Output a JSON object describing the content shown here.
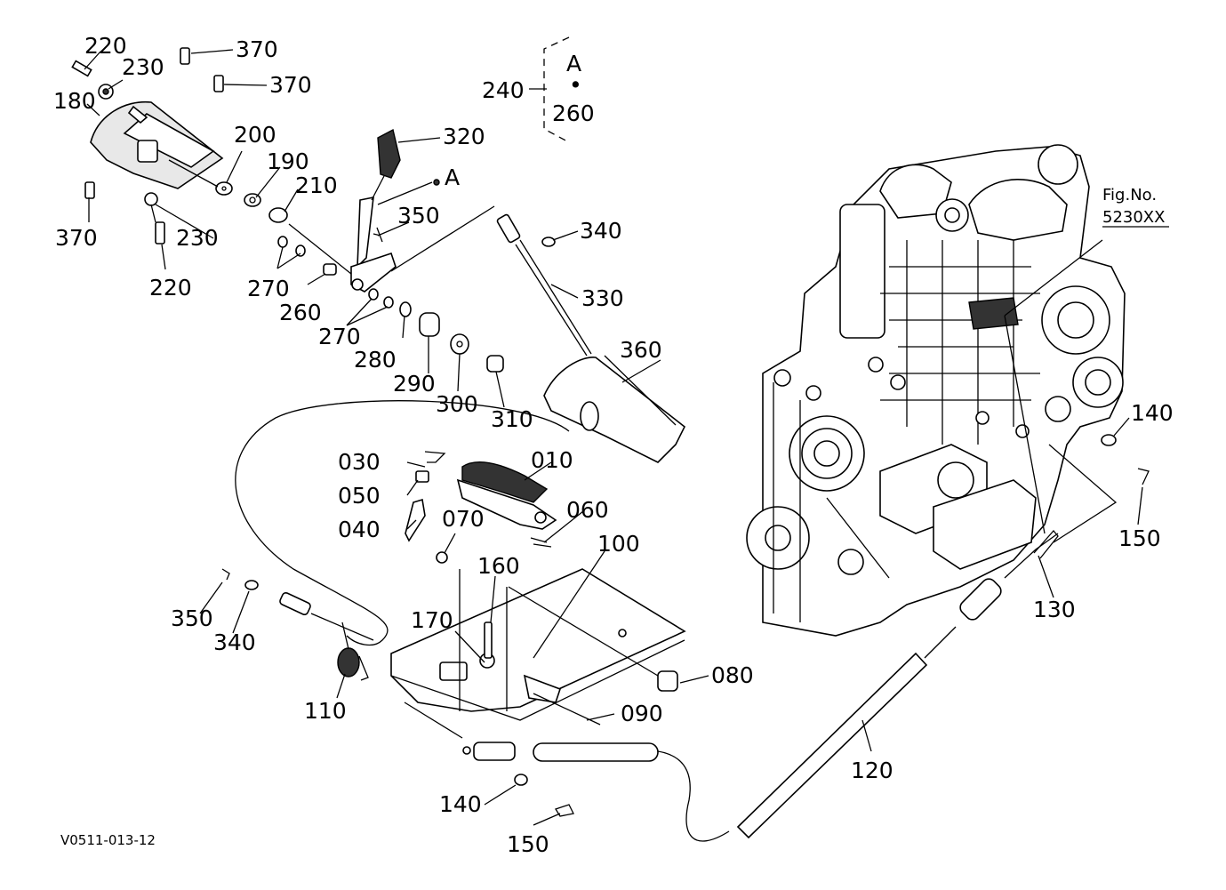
{
  "figure": {
    "code": "V0511-013-12",
    "reference_title": "Fig.No.",
    "reference_number": "5230XX",
    "detail_marker": "A",
    "detail_marker_dot": "•"
  },
  "callouts": {
    "c220a": "220",
    "c230a": "230",
    "c370a": "370",
    "c370b": "370",
    "c180": "180",
    "c200": "200",
    "c190": "190",
    "c210": "210",
    "c370c": "370",
    "c230b": "230",
    "c220b": "220",
    "c270a": "270",
    "c260a": "260",
    "c270b": "270",
    "c280": "280",
    "c290": "290",
    "c300": "300",
    "c310": "310",
    "c320": "320",
    "cA": "A",
    "c350a": "350",
    "c340a": "340",
    "c330": "330",
    "c360": "360",
    "c240": "240",
    "c260b": "260",
    "c030": "030",
    "c010": "010",
    "c050": "050",
    "c040": "040",
    "c070": "070",
    "c060": "060",
    "c100": "100",
    "c160": "160",
    "c170": "170",
    "c080": "080",
    "c090": "090",
    "c110": "110",
    "c350b": "350",
    "c340b": "340",
    "c140a": "140",
    "c150a": "150",
    "c120": "120",
    "c130": "130",
    "c140b": "140",
    "c150b": "150"
  }
}
